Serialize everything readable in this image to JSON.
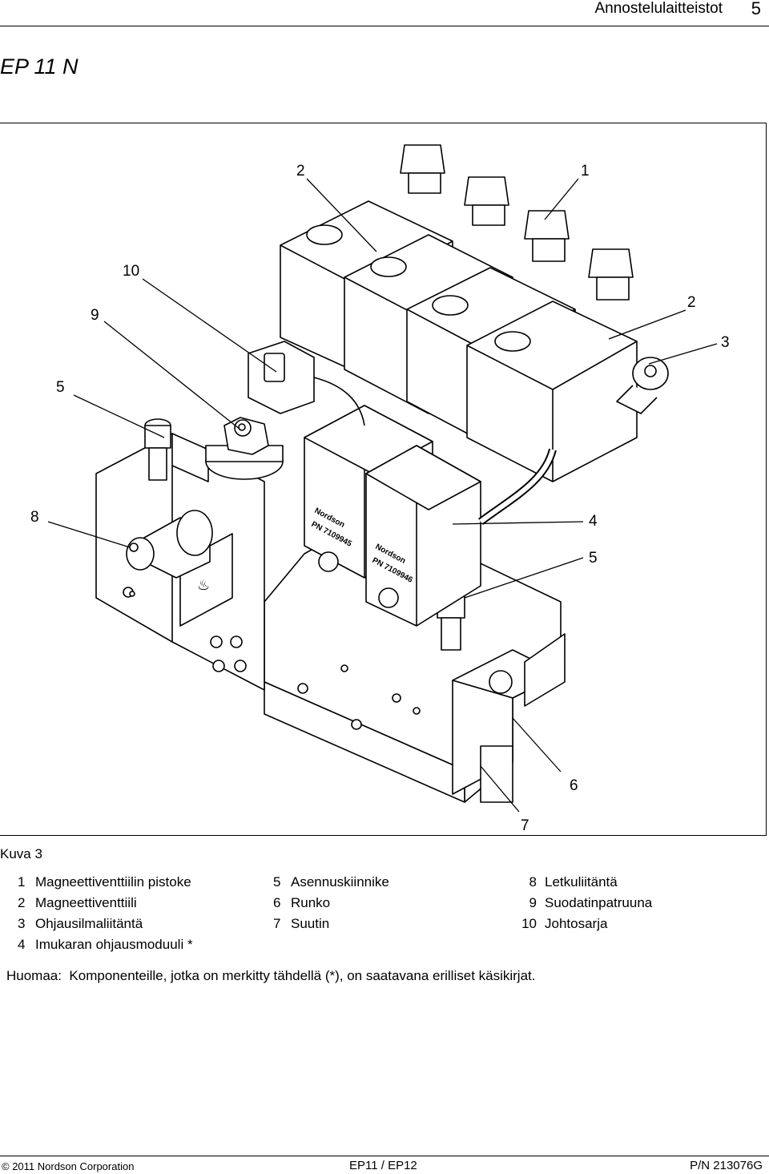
{
  "header": {
    "title": "Annostelulaitteistot",
    "page_number": "5"
  },
  "section_title": "EP 11 N",
  "figure": {
    "callouts": [
      "2",
      "1",
      "10",
      "9",
      "2",
      "3",
      "5",
      "8",
      "4",
      "5",
      "6",
      "7"
    ],
    "part_label_a": "PN 7109945",
    "part_label_b": "PN 7109946",
    "brand_mark": "Nordson"
  },
  "caption": "Kuva 3",
  "legend": {
    "col1": [
      {
        "num": "1",
        "text": "Magneettiventtiilin pistoke"
      },
      {
        "num": "2",
        "text": "Magneettiventtiili"
      },
      {
        "num": "3",
        "text": "Ohjausilmaliitäntä"
      },
      {
        "num": "4",
        "text": "Imukaran ohjausmoduuli *"
      }
    ],
    "col2": [
      {
        "num": "5",
        "text": "Asennuskiinnike"
      },
      {
        "num": "6",
        "text": "Runko"
      },
      {
        "num": "7",
        "text": "Suutin"
      }
    ],
    "col3": [
      {
        "num": "8",
        "text": "Letkuliitäntä"
      },
      {
        "num": "9",
        "text": "Suodatinpatruuna"
      },
      {
        "num": "10",
        "text": "Johtosarja"
      }
    ]
  },
  "note": "Huomaa:  Komponenteille, jotka on merkitty tähdellä (*), on saatavana erilliset käsikirjat.",
  "footer": {
    "copyright": "© 2011 Nordson Corporation",
    "doc": "EP11 / EP12",
    "pn": "P/N 213076G"
  }
}
